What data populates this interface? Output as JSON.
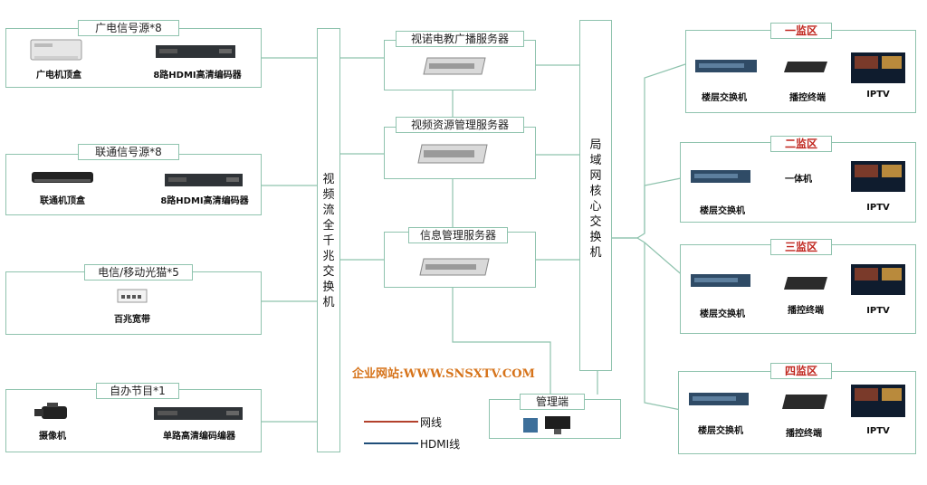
{
  "sources": [
    {
      "title": "广电信号源*8",
      "left": "广电机顶盒",
      "right": "8路HDMI高清编码器"
    },
    {
      "title": "联通信号源*8",
      "left": "联通机顶盒",
      "right": "8路HDMI高清编码器"
    },
    {
      "title": "电信/移动光猫*5",
      "center": "百兆宽带"
    },
    {
      "title": "自办节目*1",
      "left": "摄像机",
      "right": "单路高清编码编器"
    }
  ],
  "gigabit_switch": "视频流全千兆交换机",
  "servers": [
    {
      "title": "视诺电教广播服务器"
    },
    {
      "title": "视频资源管理服务器"
    },
    {
      "title": "信息管理服务器"
    }
  ],
  "core_switch": "局域网核心交换机",
  "site": "企业网站:WWW.SNSXTV.COM",
  "management": "管理端",
  "legend": {
    "network": "网线",
    "hdmi": "HDMI线",
    "network_color": "#b3412c",
    "hdmi_color": "#1f4e79"
  },
  "zones": [
    {
      "title": "一监区",
      "switch": "楼层交换机",
      "middle": "播控终端",
      "tv": "IPTV"
    },
    {
      "title": "二监区",
      "switch": "楼层交换机",
      "middle": "一体机",
      "tv": "IPTV"
    },
    {
      "title": "三监区",
      "switch": "楼层交换机",
      "middle": "播控终端",
      "tv": "IPTV"
    },
    {
      "title": "四监区",
      "switch": "楼层交换机",
      "middle": "播控终端",
      "tv": "IPTV"
    }
  ]
}
